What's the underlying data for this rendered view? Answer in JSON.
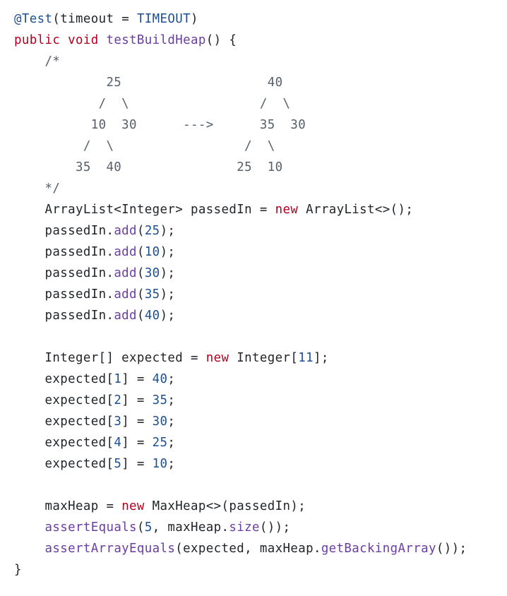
{
  "code": {
    "language": "java",
    "lines": [
      [
        {
          "t": "@Test",
          "c": "ann"
        },
        {
          "t": "(timeout = "
        },
        {
          "t": "TIMEOUT",
          "c": "const"
        },
        {
          "t": ")"
        }
      ],
      [
        {
          "t": "public void",
          "c": "kw"
        },
        {
          "t": " "
        },
        {
          "t": "testBuildHeap",
          "c": "fn"
        },
        {
          "t": "() {"
        }
      ],
      [
        {
          "t": "    /*",
          "c": "cm"
        }
      ],
      [
        {
          "t": "            25                   40",
          "c": "cm"
        }
      ],
      [
        {
          "t": "           /  \\                 /  \\",
          "c": "cm"
        }
      ],
      [
        {
          "t": "          10  30      --->      35  30",
          "c": "cm"
        }
      ],
      [
        {
          "t": "         /  \\                 /  \\",
          "c": "cm"
        }
      ],
      [
        {
          "t": "        35  40               25  10",
          "c": "cm"
        }
      ],
      [
        {
          "t": "    */",
          "c": "cm"
        }
      ],
      [
        {
          "t": "    ArrayList<Integer> passedIn = "
        },
        {
          "t": "new",
          "c": "kw"
        },
        {
          "t": " ArrayList<>();"
        }
      ],
      [
        {
          "t": "    passedIn."
        },
        {
          "t": "add",
          "c": "fn"
        },
        {
          "t": "("
        },
        {
          "t": "25",
          "c": "num"
        },
        {
          "t": ");"
        }
      ],
      [
        {
          "t": "    passedIn."
        },
        {
          "t": "add",
          "c": "fn"
        },
        {
          "t": "("
        },
        {
          "t": "10",
          "c": "num"
        },
        {
          "t": ");"
        }
      ],
      [
        {
          "t": "    passedIn."
        },
        {
          "t": "add",
          "c": "fn"
        },
        {
          "t": "("
        },
        {
          "t": "30",
          "c": "num"
        },
        {
          "t": ");"
        }
      ],
      [
        {
          "t": "    passedIn."
        },
        {
          "t": "add",
          "c": "fn"
        },
        {
          "t": "("
        },
        {
          "t": "35",
          "c": "num"
        },
        {
          "t": ");"
        }
      ],
      [
        {
          "t": "    passedIn."
        },
        {
          "t": "add",
          "c": "fn"
        },
        {
          "t": "("
        },
        {
          "t": "40",
          "c": "num"
        },
        {
          "t": ");"
        }
      ],
      [
        {
          "t": ""
        }
      ],
      [
        {
          "t": "    Integer[] expected = "
        },
        {
          "t": "new",
          "c": "kw"
        },
        {
          "t": " Integer["
        },
        {
          "t": "11",
          "c": "num"
        },
        {
          "t": "];"
        }
      ],
      [
        {
          "t": "    expected["
        },
        {
          "t": "1",
          "c": "num"
        },
        {
          "t": "] = "
        },
        {
          "t": "40",
          "c": "num"
        },
        {
          "t": ";"
        }
      ],
      [
        {
          "t": "    expected["
        },
        {
          "t": "2",
          "c": "num"
        },
        {
          "t": "] = "
        },
        {
          "t": "35",
          "c": "num"
        },
        {
          "t": ";"
        }
      ],
      [
        {
          "t": "    expected["
        },
        {
          "t": "3",
          "c": "num"
        },
        {
          "t": "] = "
        },
        {
          "t": "30",
          "c": "num"
        },
        {
          "t": ";"
        }
      ],
      [
        {
          "t": "    expected["
        },
        {
          "t": "4",
          "c": "num"
        },
        {
          "t": "] = "
        },
        {
          "t": "25",
          "c": "num"
        },
        {
          "t": ";"
        }
      ],
      [
        {
          "t": "    expected["
        },
        {
          "t": "5",
          "c": "num"
        },
        {
          "t": "] = "
        },
        {
          "t": "10",
          "c": "num"
        },
        {
          "t": ";"
        }
      ],
      [
        {
          "t": ""
        }
      ],
      [
        {
          "t": "    maxHeap = "
        },
        {
          "t": "new",
          "c": "kw"
        },
        {
          "t": " MaxHeap<>(passedIn);"
        }
      ],
      [
        {
          "t": "    "
        },
        {
          "t": "assertEquals",
          "c": "fn"
        },
        {
          "t": "("
        },
        {
          "t": "5",
          "c": "num"
        },
        {
          "t": ", maxHeap."
        },
        {
          "t": "size",
          "c": "fn"
        },
        {
          "t": "());"
        }
      ],
      [
        {
          "t": "    "
        },
        {
          "t": "assertArrayEquals",
          "c": "fn"
        },
        {
          "t": "(expected, maxHeap."
        },
        {
          "t": "getBackingArray",
          "c": "fn"
        },
        {
          "t": "());"
        }
      ],
      [
        {
          "t": "}"
        }
      ]
    ]
  },
  "colors": {
    "keyword": "#b1001f",
    "annotation": "#1d4f91",
    "number": "#1d4f91",
    "method": "#6a3ea1",
    "comment": "#57606a",
    "text": "#1f2328",
    "background": "#ffffff"
  }
}
